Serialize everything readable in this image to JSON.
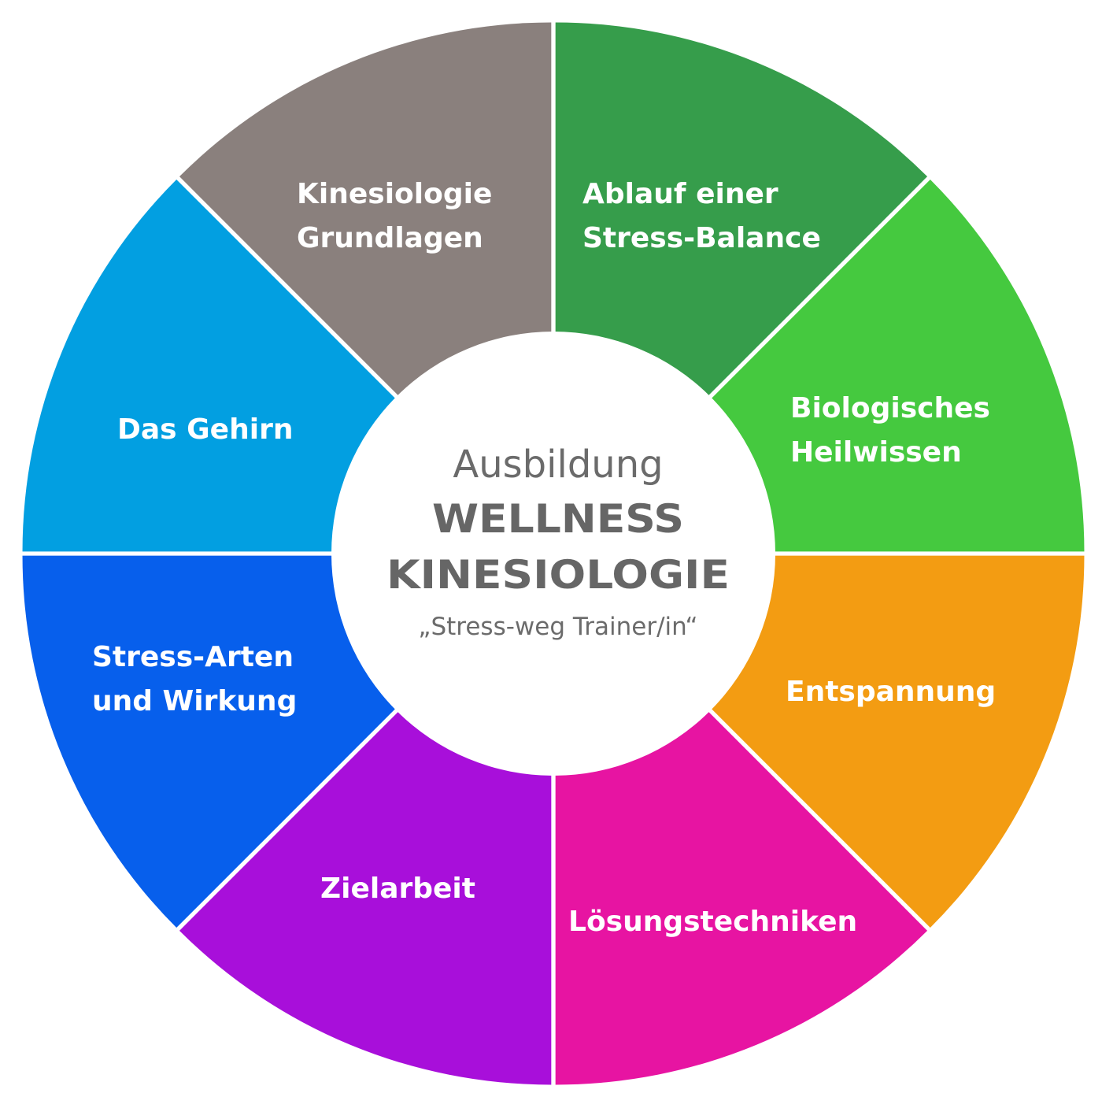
{
  "center": {
    "line1": "Ausbildung",
    "line2": "WELLNESS",
    "line3": "KINESIOLOGIE",
    "line4": "„Stress-weg Trainer/in“"
  },
  "segments": [
    {
      "id": "kinesiologie-grundlagen",
      "lines": [
        "Kinesiologie",
        "Grundlagen"
      ],
      "color": "#8a807d"
    },
    {
      "id": "ablauf-stress-balance",
      "lines": [
        "Ablauf einer",
        "Stress-Balance"
      ],
      "color": "#369d4b"
    },
    {
      "id": "biologisches-heilwissen",
      "lines": [
        "Biologisches",
        "Heilwissen"
      ],
      "color": "#45c93f"
    },
    {
      "id": "entspannung",
      "lines": [
        "Entspannung"
      ],
      "color": "#f39c12"
    },
    {
      "id": "loesungstechniken",
      "lines": [
        "Lösungstechniken"
      ],
      "color": "#e714a2"
    },
    {
      "id": "zielarbeit",
      "lines": [
        "Zielarbeit"
      ],
      "color": "#a80fda"
    },
    {
      "id": "stress-arten",
      "lines": [
        "Stress-Arten",
        "und Wirkung"
      ],
      "color": "#075fec"
    },
    {
      "id": "das-gehirn",
      "lines": [
        "Das Gehirn"
      ],
      "color": "#029fe1"
    }
  ]
}
